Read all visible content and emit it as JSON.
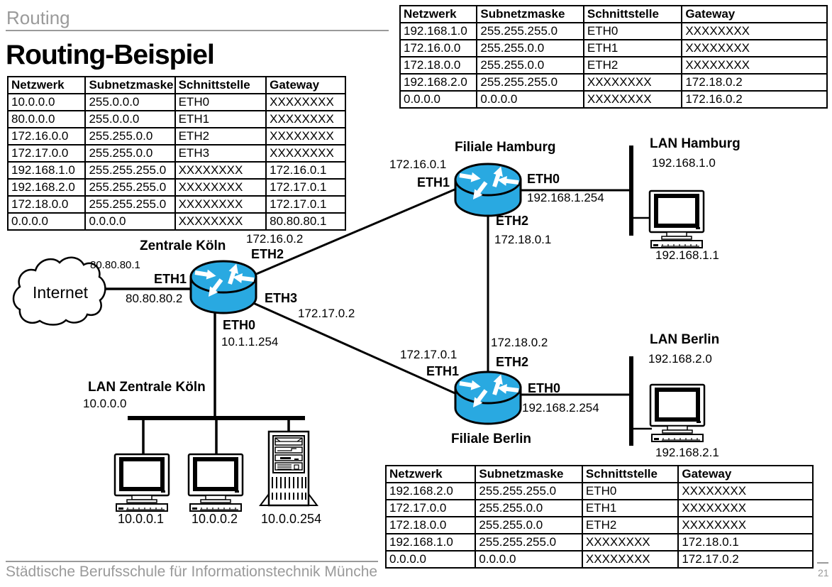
{
  "page": {
    "header": "Routing",
    "title": "Routing-Beispiel",
    "footer": "Städtische Berufsschule für Informationstechnik Münche",
    "page_number": "21"
  },
  "colors": {
    "router_blue": "#29A9E1",
    "muted_gray": "#9a9a9a"
  },
  "tables": {
    "koeln": {
      "headers": [
        "Netzwerk",
        "Subnetzmaske",
        "Schnittstelle",
        "Gateway"
      ],
      "rows": [
        [
          "10.0.0.0",
          "255.0.0.0",
          "ETH0",
          "XXXXXXXX"
        ],
        [
          "80.0.0.0",
          "255.0.0.0",
          "ETH1",
          "XXXXXXXX"
        ],
        [
          "172.16.0.0",
          "255.255.0.0",
          "ETH2",
          "XXXXXXXX"
        ],
        [
          "172.17.0.0",
          "255.255.0.0",
          "ETH3",
          "XXXXXXXX"
        ],
        [
          "192.168.1.0",
          "255.255.255.0",
          "XXXXXXXX",
          "172.16.0.1"
        ],
        [
          "192.168.2.0",
          "255.255.255.0",
          "XXXXXXXX",
          "172.17.0.1"
        ],
        [
          "172.18.0.0",
          "255.255.255.0",
          "XXXXXXXX",
          "172.17.0.1"
        ],
        [
          "0.0.0.0",
          "0.0.0.0",
          "XXXXXXXX",
          "80.80.80.1"
        ]
      ]
    },
    "hamburg": {
      "headers": [
        "Netzwerk",
        "Subnetzmaske",
        "Schnittstelle",
        "Gateway"
      ],
      "rows": [
        [
          "192.168.1.0",
          "255.255.255.0",
          "ETH0",
          "XXXXXXXX"
        ],
        [
          "172.16.0.0",
          "255.255.0.0",
          "ETH1",
          "XXXXXXXX"
        ],
        [
          "172.18.0.0",
          "255.255.0.0",
          "ETH2",
          "XXXXXXXX"
        ],
        [
          "192.168.2.0",
          "255.255.255.0",
          "XXXXXXXX",
          "172.18.0.2"
        ],
        [
          "0.0.0.0",
          "0.0.0.0",
          "XXXXXXXX",
          "172.16.0.2"
        ]
      ]
    },
    "berlin": {
      "headers": [
        "Netzwerk",
        "Subnetzmaske",
        "Schnittstelle",
        "Gateway"
      ],
      "rows": [
        [
          "192.168.2.0",
          "255.255.255.0",
          "ETH0",
          "XXXXXXXX"
        ],
        [
          "172.17.0.0",
          "255.255.0.0",
          "ETH1",
          "XXXXXXXX"
        ],
        [
          "172.18.0.0",
          "255.255.0.0",
          "ETH2",
          "XXXXXXXX"
        ],
        [
          "192.168.1.0",
          "255.255.255.0",
          "XXXXXXXX",
          "172.18.0.1"
        ],
        [
          "0.0.0.0",
          "0.0.0.0",
          "XXXXXXXX",
          "172.17.0.2"
        ]
      ]
    }
  },
  "diagram": {
    "internet": {
      "label": "Internet",
      "ip": "80.80.80.1"
    },
    "koeln": {
      "title": "Zentrale Köln",
      "eth1": "ETH1",
      "eth1_ip": "80.80.80.2",
      "eth2": "ETH2",
      "eth2_ip": "172.16.0.2",
      "eth3": "ETH3",
      "eth3_ip": "172.17.0.2",
      "eth0": "ETH0",
      "eth0_ip": "10.1.1.254"
    },
    "hamburg": {
      "title": "Filiale Hamburg",
      "eth1": "ETH1",
      "eth1_ip": "172.16.0.1",
      "eth0": "ETH0",
      "eth0_ip": "192.168.1.254",
      "eth2": "ETH2",
      "eth2_ip": "172.18.0.1"
    },
    "berlin": {
      "title": "Filiale Berlin",
      "eth1": "ETH1",
      "eth1_ip": "172.17.0.1",
      "eth2": "ETH2",
      "eth2_ip": "172.18.0.2",
      "eth0": "ETH0",
      "eth0_ip": "192.168.2.254"
    },
    "lan_hamburg": {
      "title": "LAN Hamburg",
      "net": "192.168.1.0",
      "host": "192.168.1.1"
    },
    "lan_berlin": {
      "title": "LAN Berlin",
      "net": "192.168.2.0",
      "host": "192.168.2.1"
    },
    "lan_koeln": {
      "title": "LAN Zentrale Köln",
      "net": "10.0.0.0",
      "hosts": [
        "10.0.0.1",
        "10.0.0.2",
        "10.0.0.254"
      ]
    }
  }
}
